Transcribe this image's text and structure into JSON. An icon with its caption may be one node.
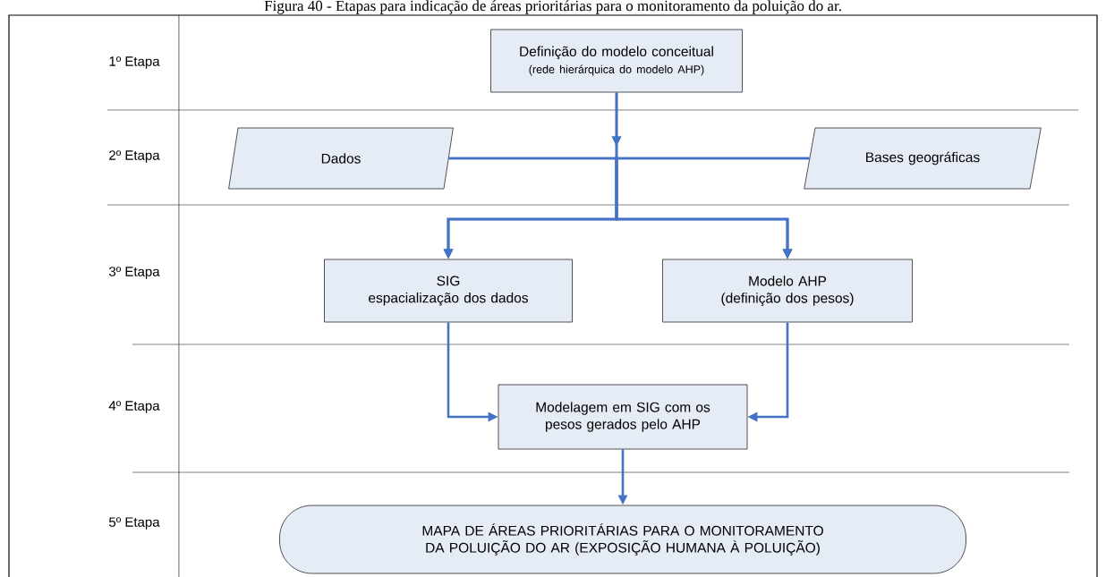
{
  "diagram": {
    "title": "Figura 40 - Etapas para indicação de áreas prioritárias para o monitoramento da poluição do ar.",
    "nodes": [
      {
        "text": [
          "Definição do modelo conceitual",
          "(rede hierárquica do modelo AHP)"
        ]
      },
      {
        "text": [
          "Dados"
        ]
      },
      {
        "text": [
          "Bases geográficas"
        ]
      },
      {
        "text": [
          "SIG",
          "espacialização dos dados"
        ]
      },
      {
        "text": [
          "Modelo AHP",
          "(definição dos pesos)"
        ]
      },
      {
        "text": [
          "Modelagem em SIG com os pesos gerados pelo AHP"
        ]
      },
      {
        "text": [
          "MAPA DE ÁREAS PRIORITÁRIAS PARA O MONITORAMENTO DA POLUIÇÃO DO AR (EXPOSIÇÃO HUMANA À POLUIÇÃO)"
        ]
      }
    ],
    "edges": [
      {
        "from": 0,
        "to": 3,
        "arrow": "to"
      },
      {
        "from": 0,
        "to": 4,
        "arrow": "to"
      },
      {
        "from": 1,
        "to": 3,
        "arrow": "to"
      },
      {
        "from": 1,
        "to": 4,
        "arrow": "to"
      },
      {
        "from": 2,
        "to": 3,
        "arrow": "to"
      },
      {
        "from": 2,
        "to": 4,
        "arrow": "to"
      },
      {
        "from": 3,
        "to": 5,
        "arrow": "to"
      },
      {
        "from": 4,
        "to": 5,
        "arrow": "to"
      },
      {
        "from": 5,
        "to": 6,
        "arrow": "to"
      }
    ],
    "labels": [
      "1º Etapa",
      "2º Etapa",
      "3º Etapa",
      "4º Etapa",
      "5º Etapa"
    ]
  }
}
